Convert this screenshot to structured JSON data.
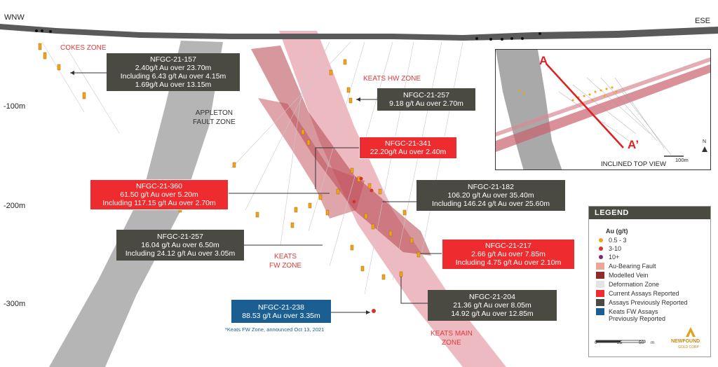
{
  "directions": {
    "left": "WNW",
    "right": "ESE"
  },
  "depth_labels": [
    "-100m",
    "-200m",
    "-300m"
  ],
  "zones": {
    "cokes": "COKES ZONE",
    "keats_hw": "KEATS HW ZONE",
    "appleton": [
      "APPLETON",
      "FAULT ZONE"
    ],
    "keats_fw": [
      "KEATS",
      "FW ZONE"
    ],
    "keats_main": [
      "KEATS MAIN",
      "ZONE"
    ]
  },
  "callouts": {
    "c157": {
      "hole": "NFGC-21-157",
      "lines": [
        "2.40g/t Au over 23.70m",
        "Including 6.43 g/t Au over 4.15m",
        "1.69g/t Au over 13.15m"
      ]
    },
    "c257a": {
      "hole": "NFGC-21-257",
      "lines": [
        "9.18 g/t Au over 2.70m"
      ]
    },
    "c341": {
      "hole": "NFGC-21-341",
      "lines": [
        "22.20g/t Au over 2.40m"
      ]
    },
    "c360": {
      "hole": "NFGC-21-360",
      "lines": [
        "61.50 g/t Au over 5.20m",
        "Including 117.15 g/t Au over 2.70m"
      ]
    },
    "c182": {
      "hole": "NFGC-21-182",
      "lines": [
        "106.20 g/t Au over 35.40m",
        "Including 146.24 g/t Au over 25.60m"
      ]
    },
    "c257b": {
      "hole": "NFGC-21-257",
      "lines": [
        "16.04 g/t Au over 6.50m",
        "Including 24.12 g/t Au over 3.05m"
      ]
    },
    "c217": {
      "hole": "NFGC-21-217",
      "lines": [
        "2.66 g/t Au over 7.85m",
        "Including 4.75 g/t Au over 2.10m"
      ]
    },
    "c238": {
      "hole": "NFGC-21-238",
      "lines": [
        "88.53 g/t Au over 3.35m"
      ]
    },
    "c204": {
      "hole": "NFGC-21-204",
      "lines": [
        "21.36 g/t Au over 8.05m",
        "14.92 g/t Au over 12.85m"
      ]
    }
  },
  "footnote": "*Keats FW Zone, announced Oct 13, 2021",
  "inset": {
    "label_a": "A",
    "label_a_prime": "A’",
    "caption": "INCLINED TOP VIEW",
    "scale": "100m",
    "north": "N"
  },
  "legend": {
    "title": "LEGEND",
    "au_header": "Au (g/t)",
    "grades": [
      {
        "label": "0.5 - 3",
        "color": "#f0a31b"
      },
      {
        "label": "3-10",
        "color": "#d8322b"
      },
      {
        "label": "10+",
        "color": "#7a2a6e"
      }
    ],
    "items": [
      {
        "label": "Au-Bearing Fault",
        "color": "#e9a79a"
      },
      {
        "label": "Modelled Vein",
        "color": "#8b2b2b"
      },
      {
        "label": "Deformation Zone",
        "color": "#e4e4e4"
      },
      {
        "label": "Current Assays Reported",
        "color": "#ee2b2e"
      },
      {
        "label": "Assays Previously Reported",
        "color": "#4a4a42"
      },
      {
        "label": "Keats FW Assays Previously Reported",
        "color": "#1b5f92"
      }
    ],
    "scale_ticks": [
      "0",
      "25",
      "50"
    ],
    "scale_unit": "m"
  },
  "logo": {
    "name": "NEWFOUND",
    "sub": "GOLD CORP"
  }
}
